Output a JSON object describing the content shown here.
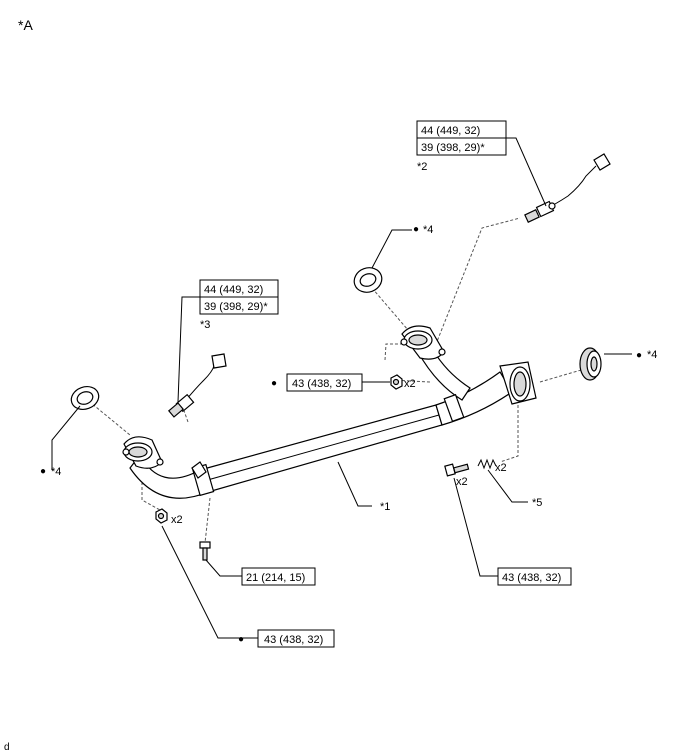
{
  "figure_label": "*A",
  "corner_mark": "d",
  "callouts": {
    "part1": "*1",
    "part2": "*2",
    "part3": "*3",
    "part4_top": "*4",
    "part4_left": "*4",
    "part4_right": "*4",
    "part5": "*5"
  },
  "torque_specs": {
    "sensor2_line1": "44 (449, 32)",
    "sensor2_line2": "39 (398, 29)*",
    "sensor3_line1": "44 (449, 32)",
    "sensor3_line2": "39 (398, 29)*",
    "nut_upper": "43 (438, 32)",
    "bolt_left": "21 (214, 15)",
    "nut_lower": "43 (438, 32)",
    "bolt_right": "43 (438, 32)"
  },
  "quantities": {
    "upper_nut": "x2",
    "left_nut": "x2",
    "right_bolt": "x2",
    "spring": "x2"
  },
  "bullet_symbol": "●"
}
